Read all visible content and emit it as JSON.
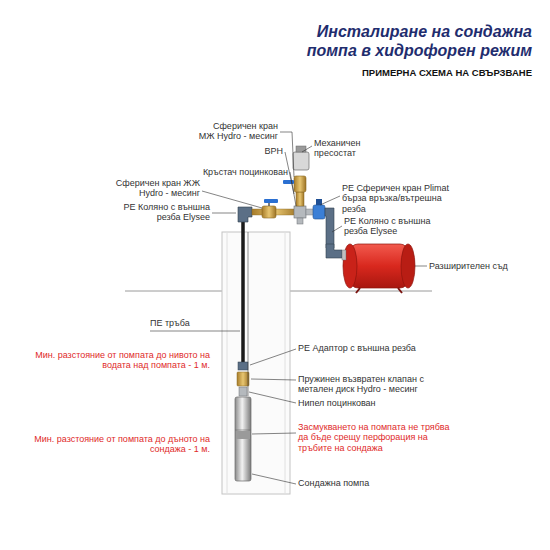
{
  "diagram": {
    "title": "Инсталиране на сондажна помпа в хидрофорен режим",
    "labels": [
      "ПРИМЕРНА СХЕМА НА СВЪРЗВАНЕ",
      "Сферичен кран МЖ Hydro - месинг",
      "Механичен пресостат",
      "ВРН",
      "Кръстач поцинкован",
      "Сферичен кран ЖЖ Hydro - месинг",
      "PE Коляно с външна резба Elysee",
      "PE Сферичен кран Plimat бърза връзка/вътрешна резба",
      "PE Коляно с външна резба Elysee",
      "Разширителен съд",
      "ПЕ тръба",
      "PE Адаптор с външна резба",
      "Мин. разстояние от помпата до нивото на водата над помпата - 1 м.",
      "Пружинен възвратен клапан с метален диск Hydro - месинг",
      "Нипел поцинкован",
      "Засмукването на помпата не трябва да бъде срещу перфорация на тръбите на сондажа",
      "Мин. разстояние от помпата до дъното на сондажа - 1 м.",
      "Сондажна помпа"
    ]
  }
}
